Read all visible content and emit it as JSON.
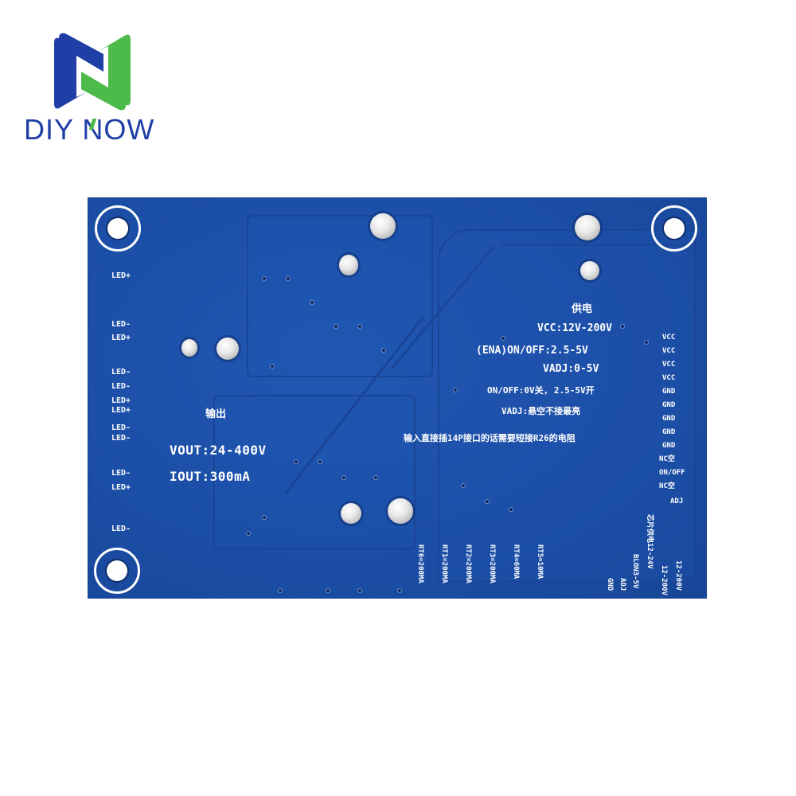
{
  "logo": {
    "brand": "DIY NOW",
    "brand_prefix": "DIY ",
    "brand_n": "N",
    "brand_suffix": "OW",
    "colors": {
      "blue": "#1f3fa6",
      "green": "#4cbb4a"
    }
  },
  "board": {
    "color": "#1c4fa8",
    "left_labels": [
      "LED+",
      "LED-",
      "LED+",
      "LED-",
      "LED-",
      "LED+",
      "LED+",
      "LED-",
      "LED-",
      "LED-",
      "LED+",
      "LED-"
    ],
    "output": {
      "title": "输出",
      "vout": "VOUT:24-400V",
      "iout": "IOUT:300mA"
    },
    "power": {
      "title": "供电",
      "vcc": "VCC:12V-200V",
      "ena": "(ENA)ON/OFF:2.5-5V",
      "vadj": "VADJ:0-5V",
      "onoff_note": "ON/OFF:0V关, 2.5-5V开",
      "vadj_note": "VADJ:悬空不接最亮",
      "r26_note": "输入直接插14P接口的话需要短接R26的电阻"
    },
    "right_pins": [
      "VCC",
      "VCC",
      "VCC",
      "VCC",
      "GND",
      "GND",
      "GND",
      "GND",
      "GND",
      "NC空",
      "ON/OFF",
      "NC空",
      "ADJ"
    ],
    "rt_labels": [
      "RT6=200MA",
      "RT1=200MA",
      "RT2=200MA",
      "RT3=200MA",
      "RT4=60MA",
      "RT5=10MA"
    ],
    "bottom_right_labels": [
      "GND",
      "ADJ",
      "BLON3-5V",
      "芯片供电12-24V",
      "12-200V",
      "12-200V"
    ]
  }
}
